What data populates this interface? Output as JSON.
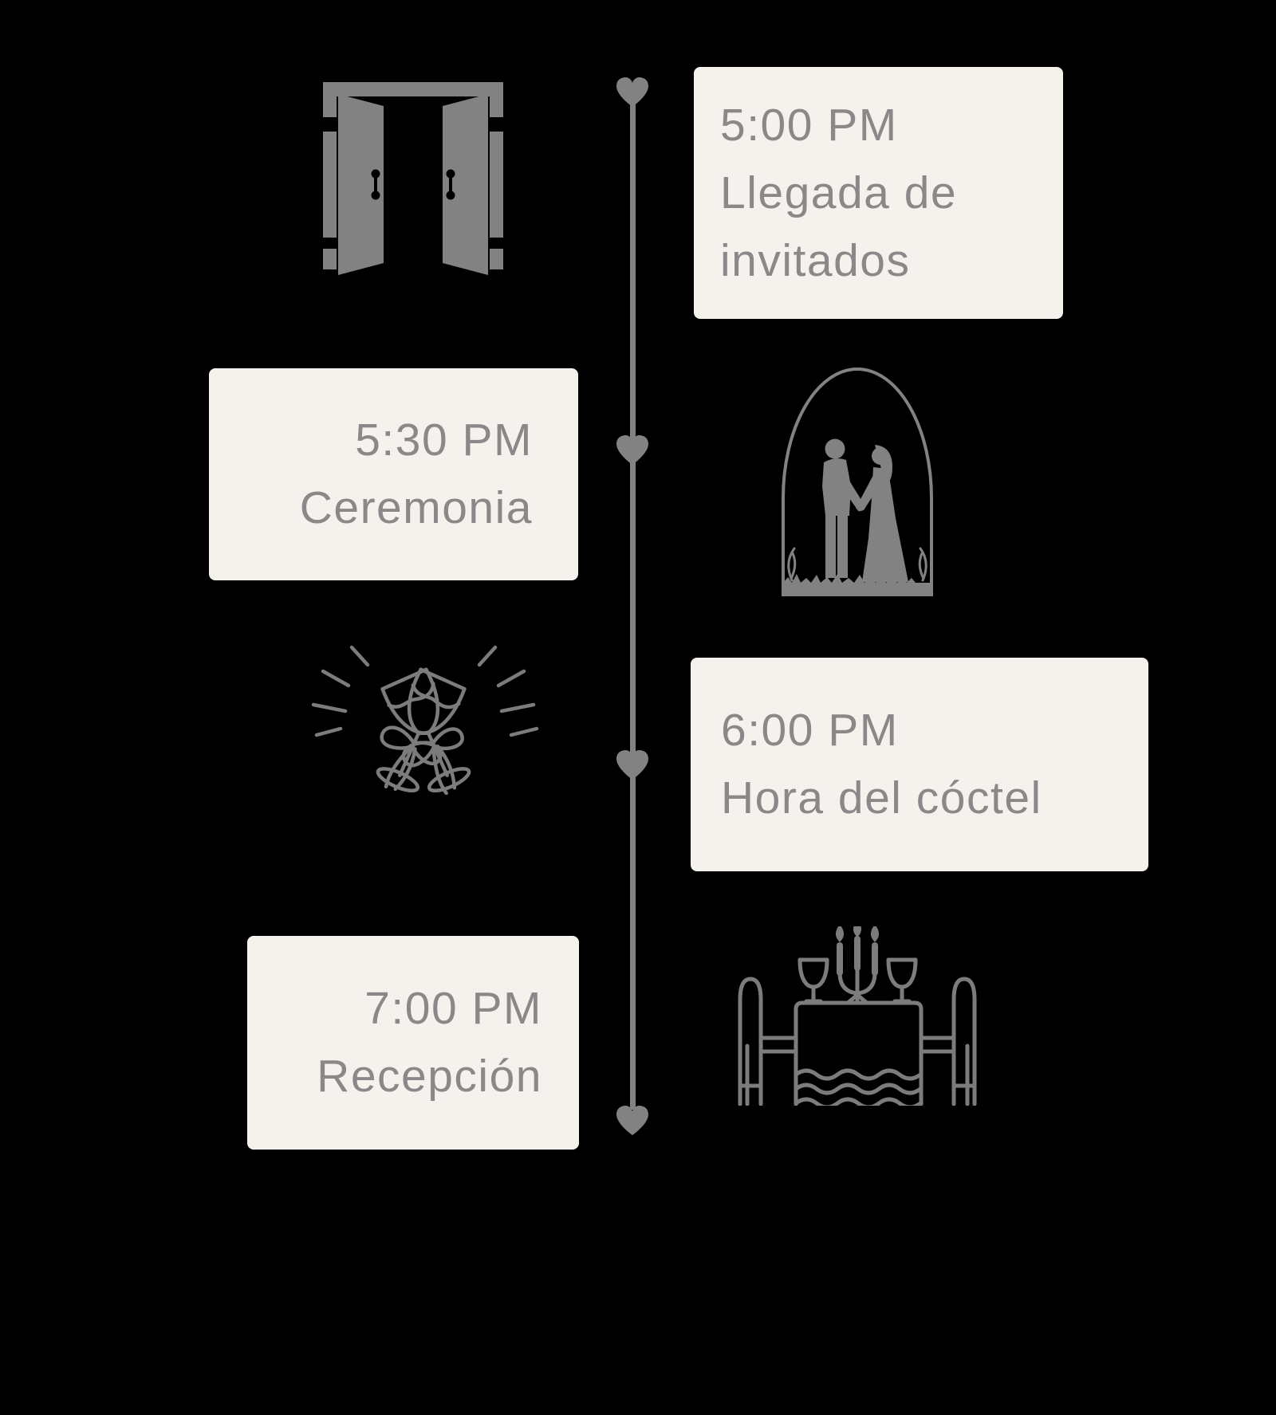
{
  "colors": {
    "background": "#000000",
    "card_background": "#f5f2ee",
    "text": "#8a8888",
    "icon_solid": "#828282",
    "icon_stroke": "#7d7b7b",
    "timeline": "#828282"
  },
  "timeline": {
    "marker_icon": "heart",
    "events": [
      {
        "time": "5:00 PM",
        "title": "Llegada de invitados",
        "icon": "open-doors",
        "side": "right"
      },
      {
        "time": "5:30 PM",
        "title": "Ceremonia",
        "icon": "bride-and-groom-arch",
        "side": "left"
      },
      {
        "time": "6:00 PM",
        "title": "Hora del cóctel",
        "icon": "champagne-toast",
        "side": "right"
      },
      {
        "time": "7:00 PM",
        "title": "Recepción",
        "icon": "dinner-table",
        "side": "left"
      }
    ]
  }
}
